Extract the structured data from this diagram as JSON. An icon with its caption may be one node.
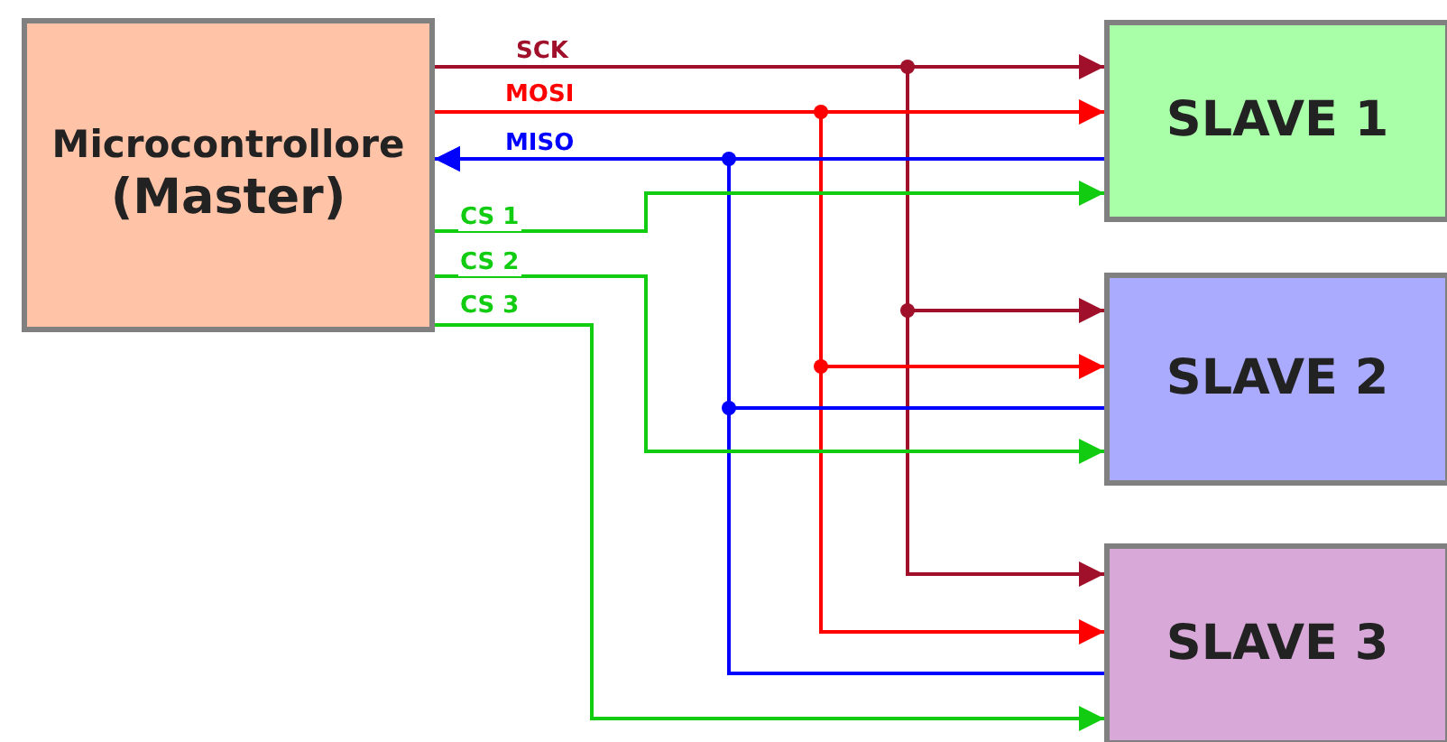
{
  "diagram": {
    "nodes": [
      {
        "text": [
          "Microcontrollore",
          "(Master)"
        ]
      },
      {
        "text": [
          "SLAVE 1"
        ]
      },
      {
        "text": [
          "SLAVE 2"
        ]
      },
      {
        "text": [
          "SLAVE 3"
        ]
      }
    ],
    "edges": [
      {
        "from": 0,
        "to": 1,
        "arrow": "to",
        "label": "SCK",
        "color": "#a0102a"
      },
      {
        "from": 0,
        "to": 2,
        "arrow": "to",
        "color": "#a0102a"
      },
      {
        "from": 0,
        "to": 3,
        "arrow": "to",
        "color": "#a0102a"
      },
      {
        "from": 0,
        "to": 1,
        "arrow": "to",
        "label": "MOSI",
        "color": "#ff0000"
      },
      {
        "from": 0,
        "to": 2,
        "arrow": "to",
        "color": "#ff0000"
      },
      {
        "from": 0,
        "to": 3,
        "arrow": "to",
        "color": "#ff0000"
      },
      {
        "from": 1,
        "to": 0,
        "arrow": "to",
        "label": "MISO",
        "color": "#0000ff"
      },
      {
        "from": 2,
        "to": 0,
        "arrow": "to",
        "color": "#0000ff"
      },
      {
        "from": 3,
        "to": 0,
        "arrow": "to",
        "color": "#0000ff"
      },
      {
        "from": 0,
        "to": 1,
        "arrow": "to",
        "label": "CS 1",
        "color": "#11cc11"
      },
      {
        "from": 0,
        "to": 2,
        "arrow": "to",
        "label": "CS 2",
        "color": "#11cc11"
      },
      {
        "from": 0,
        "to": 3,
        "arrow": "to",
        "label": "CS 3",
        "color": "#11cc11"
      }
    ]
  }
}
